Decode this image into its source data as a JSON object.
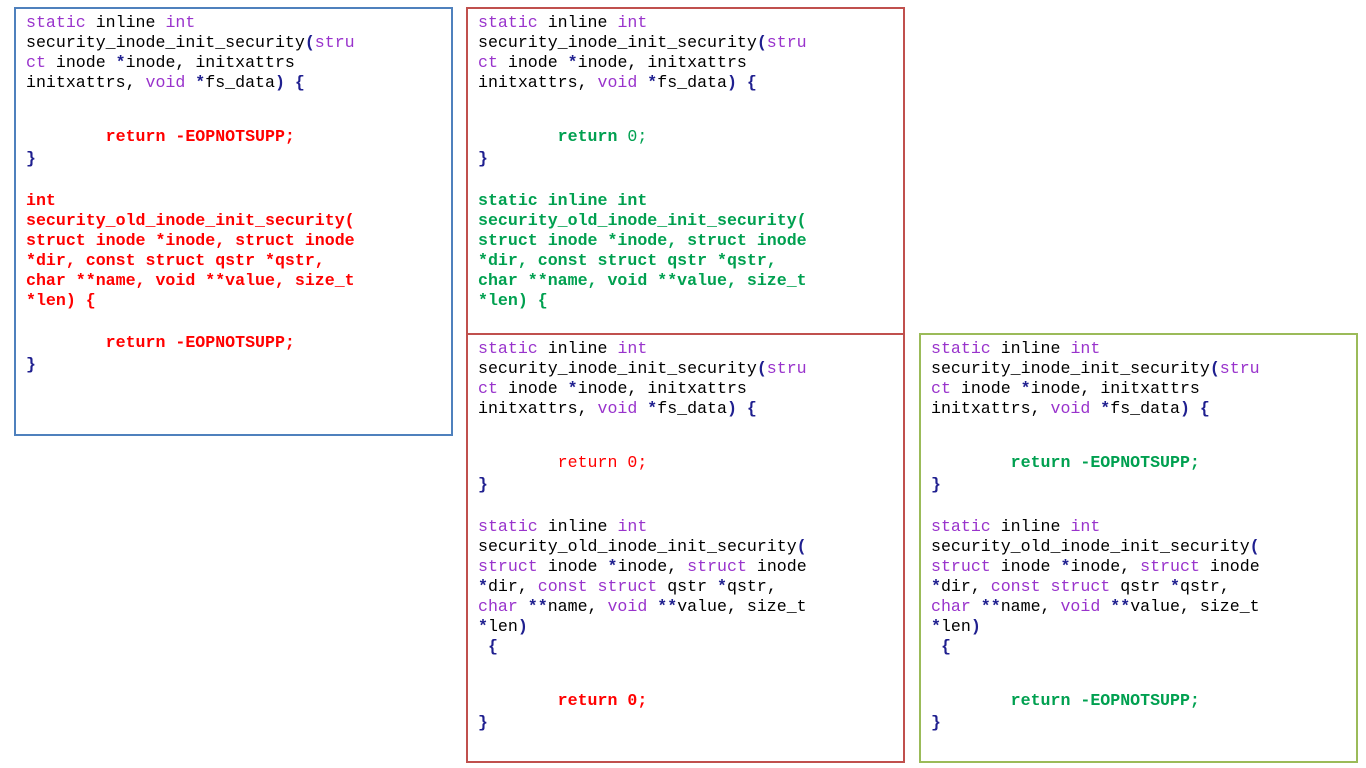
{
  "colors": {
    "box_blue": "#4f81bd",
    "box_red": "#c0504d",
    "box_green": "#9bbb59",
    "kw": "#9933cc",
    "punct": "#1f1f8f",
    "text": "#000000",
    "red": "#ff0000",
    "green": "#00a050"
  },
  "boxes": [
    {
      "id": "box-a",
      "name": "code-box-eopnotsupp-removed",
      "border": "box_blue",
      "lines": [
        [
          {
            "t": "static ",
            "c": "kw"
          },
          {
            "t": "inline ",
            "c": "text"
          },
          {
            "t": "int",
            "c": "kw"
          }
        ],
        [
          {
            "t": "security_inode_init_security",
            "c": "text"
          },
          {
            "t": "(",
            "c": "punct",
            "b": true
          },
          {
            "t": "stru",
            "c": "kw"
          }
        ],
        [
          {
            "t": "ct",
            "c": "kw"
          },
          {
            "t": " inode ",
            "c": "text"
          },
          {
            "t": "*",
            "c": "punct",
            "b": true
          },
          {
            "t": "inode, initxattrs",
            "c": "text"
          }
        ],
        [
          {
            "t": "initxattrs, ",
            "c": "text"
          },
          {
            "t": "void ",
            "c": "kw"
          },
          {
            "t": "*",
            "c": "punct",
            "b": true
          },
          {
            "t": "fs_data",
            "c": "text"
          },
          {
            "t": ") {",
            "c": "punct",
            "b": true
          }
        ],
        {
          "gap": 34
        },
        [
          {
            "t": "        return -EOPNOTSUPP;",
            "c": "red",
            "b": true
          }
        ],
        {
          "gap": 2
        },
        [
          {
            "t": "}",
            "c": "punct",
            "b": true
          }
        ],
        {
          "gap": 22
        },
        [
          {
            "t": "int",
            "c": "red",
            "b": true
          }
        ],
        [
          {
            "t": "security_old_inode_init_security(",
            "c": "red",
            "b": true
          }
        ],
        [
          {
            "t": "struct inode *inode, struct inode",
            "c": "red",
            "b": true
          }
        ],
        [
          {
            "t": "*dir, const struct qstr *qstr,",
            "c": "red",
            "b": true
          }
        ],
        [
          {
            "t": "char **name, void **value, size_t",
            "c": "red",
            "b": true
          }
        ],
        [
          {
            "t": "*len) {",
            "c": "red",
            "b": true
          }
        ],
        {
          "gap": 22
        },
        [
          {
            "t": "        return -EOPNOTSUPP;",
            "c": "red",
            "b": true
          }
        ],
        {
          "gap": 2
        },
        [
          {
            "t": "}",
            "c": "punct",
            "b": true
          }
        ]
      ]
    },
    {
      "id": "box-b",
      "name": "code-box-return-zero-added",
      "border": "box_red",
      "lines": [
        [
          {
            "t": "static ",
            "c": "kw"
          },
          {
            "t": "inline ",
            "c": "text"
          },
          {
            "t": "int",
            "c": "kw"
          }
        ],
        [
          {
            "t": "security_inode_init_security",
            "c": "text"
          },
          {
            "t": "(",
            "c": "punct",
            "b": true
          },
          {
            "t": "stru",
            "c": "kw"
          }
        ],
        [
          {
            "t": "ct",
            "c": "kw"
          },
          {
            "t": " inode ",
            "c": "text"
          },
          {
            "t": "*",
            "c": "punct",
            "b": true
          },
          {
            "t": "inode, initxattrs",
            "c": "text"
          }
        ],
        [
          {
            "t": "initxattrs, ",
            "c": "text"
          },
          {
            "t": "void ",
            "c": "kw"
          },
          {
            "t": "*",
            "c": "punct",
            "b": true
          },
          {
            "t": "fs_data",
            "c": "text"
          },
          {
            "t": ") {",
            "c": "punct",
            "b": true
          }
        ],
        {
          "gap": 34
        },
        [
          {
            "t": "        return ",
            "c": "green",
            "b": true
          },
          {
            "t": "0;",
            "c": "green"
          }
        ],
        {
          "gap": 2
        },
        [
          {
            "t": "}",
            "c": "punct",
            "b": true
          }
        ],
        {
          "gap": 22
        },
        [
          {
            "t": "static inline int",
            "c": "green",
            "b": true
          }
        ],
        [
          {
            "t": "security_old_inode_init_security(",
            "c": "green",
            "b": true
          }
        ],
        [
          {
            "t": "struct inode *inode, struct inode",
            "c": "green",
            "b": true
          }
        ],
        [
          {
            "t": "*dir, const struct qstr *qstr,",
            "c": "green",
            "b": true
          }
        ],
        [
          {
            "t": "char **name, void **value, size_t",
            "c": "green",
            "b": true
          }
        ],
        [
          {
            "t": "*len) {",
            "c": "green",
            "b": true
          }
        ]
      ]
    },
    {
      "id": "box-c",
      "name": "code-box-return-zero-result",
      "border": "box_red",
      "lines": [
        [
          {
            "t": "static ",
            "c": "kw"
          },
          {
            "t": "inline ",
            "c": "text"
          },
          {
            "t": "int",
            "c": "kw"
          }
        ],
        [
          {
            "t": "security_inode_init_security",
            "c": "text"
          },
          {
            "t": "(",
            "c": "punct",
            "b": true
          },
          {
            "t": "stru",
            "c": "kw"
          }
        ],
        [
          {
            "t": "ct",
            "c": "kw"
          },
          {
            "t": " inode ",
            "c": "text"
          },
          {
            "t": "*",
            "c": "punct",
            "b": true
          },
          {
            "t": "inode, initxattrs",
            "c": "text"
          }
        ],
        [
          {
            "t": "initxattrs, ",
            "c": "text"
          },
          {
            "t": "void ",
            "c": "kw"
          },
          {
            "t": "*",
            "c": "punct",
            "b": true
          },
          {
            "t": "fs_data",
            "c": "text"
          },
          {
            "t": ") {",
            "c": "punct",
            "b": true
          }
        ],
        {
          "gap": 34
        },
        [
          {
            "t": "        return 0;",
            "c": "red"
          }
        ],
        {
          "gap": 2
        },
        [
          {
            "t": "}",
            "c": "punct",
            "b": true
          }
        ],
        {
          "gap": 22
        },
        [
          {
            "t": "static ",
            "c": "kw"
          },
          {
            "t": "inline ",
            "c": "text"
          },
          {
            "t": "int",
            "c": "kw"
          }
        ],
        [
          {
            "t": "security_old_inode_init_security",
            "c": "text"
          },
          {
            "t": "(",
            "c": "punct",
            "b": true
          }
        ],
        [
          {
            "t": "struct",
            "c": "kw"
          },
          {
            "t": " inode ",
            "c": "text"
          },
          {
            "t": "*",
            "c": "punct",
            "b": true
          },
          {
            "t": "inode, ",
            "c": "text"
          },
          {
            "t": "struct",
            "c": "kw"
          },
          {
            "t": " inode",
            "c": "text"
          }
        ],
        [
          {
            "t": "*",
            "c": "punct",
            "b": true
          },
          {
            "t": "dir, ",
            "c": "text"
          },
          {
            "t": "const struct",
            "c": "kw"
          },
          {
            "t": " qstr ",
            "c": "text"
          },
          {
            "t": "*",
            "c": "punct",
            "b": true
          },
          {
            "t": "qstr,",
            "c": "text"
          }
        ],
        [
          {
            "t": "char ",
            "c": "kw"
          },
          {
            "t": "**",
            "c": "punct",
            "b": true
          },
          {
            "t": "name, ",
            "c": "text"
          },
          {
            "t": "void ",
            "c": "kw"
          },
          {
            "t": "**",
            "c": "punct",
            "b": true
          },
          {
            "t": "value, size_t",
            "c": "text"
          }
        ],
        [
          {
            "t": "*",
            "c": "punct",
            "b": true
          },
          {
            "t": "len",
            "c": "text"
          },
          {
            "t": ")",
            "c": "punct",
            "b": true
          }
        ],
        [
          {
            "t": " {",
            "c": "punct",
            "b": true
          }
        ],
        {
          "gap": 34
        },
        [
          {
            "t": "        return 0;",
            "c": "red",
            "b": true
          }
        ],
        {
          "gap": 2
        },
        [
          {
            "t": "}",
            "c": "punct",
            "b": true
          }
        ]
      ]
    },
    {
      "id": "box-d",
      "name": "code-box-eopnotsupp-result",
      "border": "box_green",
      "lines": [
        [
          {
            "t": "static ",
            "c": "kw"
          },
          {
            "t": "inline ",
            "c": "text"
          },
          {
            "t": "int",
            "c": "kw"
          }
        ],
        [
          {
            "t": "security_inode_init_security",
            "c": "text"
          },
          {
            "t": "(",
            "c": "punct",
            "b": true
          },
          {
            "t": "stru",
            "c": "kw"
          }
        ],
        [
          {
            "t": "ct",
            "c": "kw"
          },
          {
            "t": " inode ",
            "c": "text"
          },
          {
            "t": "*",
            "c": "punct",
            "b": true
          },
          {
            "t": "inode, initxattrs",
            "c": "text"
          }
        ],
        [
          {
            "t": "initxattrs, ",
            "c": "text"
          },
          {
            "t": "void ",
            "c": "kw"
          },
          {
            "t": "*",
            "c": "punct",
            "b": true
          },
          {
            "t": "fs_data",
            "c": "text"
          },
          {
            "t": ") {",
            "c": "punct",
            "b": true
          }
        ],
        {
          "gap": 34
        },
        [
          {
            "t": "        return -EOPNOTSUPP;",
            "c": "green",
            "b": true
          }
        ],
        {
          "gap": 2
        },
        [
          {
            "t": "}",
            "c": "punct",
            "b": true
          }
        ],
        {
          "gap": 22
        },
        [
          {
            "t": "static ",
            "c": "kw"
          },
          {
            "t": "inline ",
            "c": "text"
          },
          {
            "t": "int",
            "c": "kw"
          }
        ],
        [
          {
            "t": "security_old_inode_init_security",
            "c": "text"
          },
          {
            "t": "(",
            "c": "punct",
            "b": true
          }
        ],
        [
          {
            "t": "struct",
            "c": "kw"
          },
          {
            "t": " inode ",
            "c": "text"
          },
          {
            "t": "*",
            "c": "punct",
            "b": true
          },
          {
            "t": "inode, ",
            "c": "text"
          },
          {
            "t": "struct",
            "c": "kw"
          },
          {
            "t": " inode",
            "c": "text"
          }
        ],
        [
          {
            "t": "*",
            "c": "punct",
            "b": true
          },
          {
            "t": "dir, ",
            "c": "text"
          },
          {
            "t": "const struct",
            "c": "kw"
          },
          {
            "t": " qstr ",
            "c": "text"
          },
          {
            "t": "*",
            "c": "punct",
            "b": true
          },
          {
            "t": "qstr,",
            "c": "text"
          }
        ],
        [
          {
            "t": "char ",
            "c": "kw"
          },
          {
            "t": "**",
            "c": "punct",
            "b": true
          },
          {
            "t": "name, ",
            "c": "text"
          },
          {
            "t": "void ",
            "c": "kw"
          },
          {
            "t": "**",
            "c": "punct",
            "b": true
          },
          {
            "t": "value, size_t",
            "c": "text"
          }
        ],
        [
          {
            "t": "*",
            "c": "punct",
            "b": true
          },
          {
            "t": "len",
            "c": "text"
          },
          {
            "t": ")",
            "c": "punct",
            "b": true
          }
        ],
        [
          {
            "t": " {",
            "c": "punct",
            "b": true
          }
        ],
        {
          "gap": 34
        },
        [
          {
            "t": "        return -EOPNOTSUPP;",
            "c": "green",
            "b": true
          }
        ],
        {
          "gap": 2
        },
        [
          {
            "t": "}",
            "c": "punct",
            "b": true
          }
        ]
      ]
    }
  ]
}
